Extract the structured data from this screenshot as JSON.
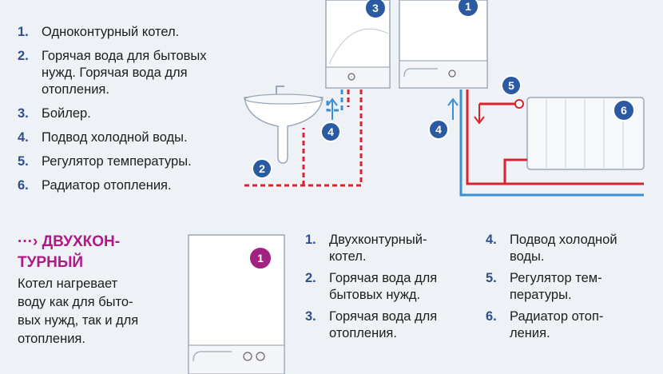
{
  "single_circuit_list": [
    {
      "num": "1.",
      "text": "Одноконтурный котел."
    },
    {
      "num": "2.",
      "text": "Горячая вода для бытовых\nнужд. Горячая вода для\nотопления."
    },
    {
      "num": "3.",
      "text": "Бойлер."
    },
    {
      "num": "4.",
      "text": "Подвод холодной воды."
    },
    {
      "num": "5.",
      "text": "Регулятор температуры."
    },
    {
      "num": "6.",
      "text": "Радиатор отопления."
    }
  ],
  "double_circuit": {
    "arrow": "···›",
    "title": "ДВУХКОН-\nТУРНЫЙ",
    "description": "Котел нагревает\nводу как для быто-\nвых нужд, так и для\nотопления.",
    "list_left": [
      {
        "num": "1.",
        "text": "Двухконтурный-\nкотел."
      },
      {
        "num": "2.",
        "text": "Горячая вода для\nбытовых нужд."
      },
      {
        "num": "3.",
        "text": "Горячая вода для\nотопления."
      }
    ],
    "list_right": [
      {
        "num": "4.",
        "text": "Подвод холодной\nводы."
      },
      {
        "num": "5.",
        "text": "Регулятор тем-\nпературы."
      },
      {
        "num": "6.",
        "text": "Радиатор отоп-\nления."
      }
    ]
  },
  "badges": {
    "boiler_3": "3",
    "boiler_1": "1",
    "badge_4a": "4",
    "badge_4b": "4",
    "badge_2": "2",
    "badge_5": "5",
    "badge_6": "6",
    "badge_double_1": "1"
  },
  "colors": {
    "badge_blue": "#2b5aa3",
    "badge_purple": "#a0237f",
    "hot_red": "#d9232e",
    "cold_blue": "#3a8fd6",
    "accent_magenta": "#b0188a"
  }
}
